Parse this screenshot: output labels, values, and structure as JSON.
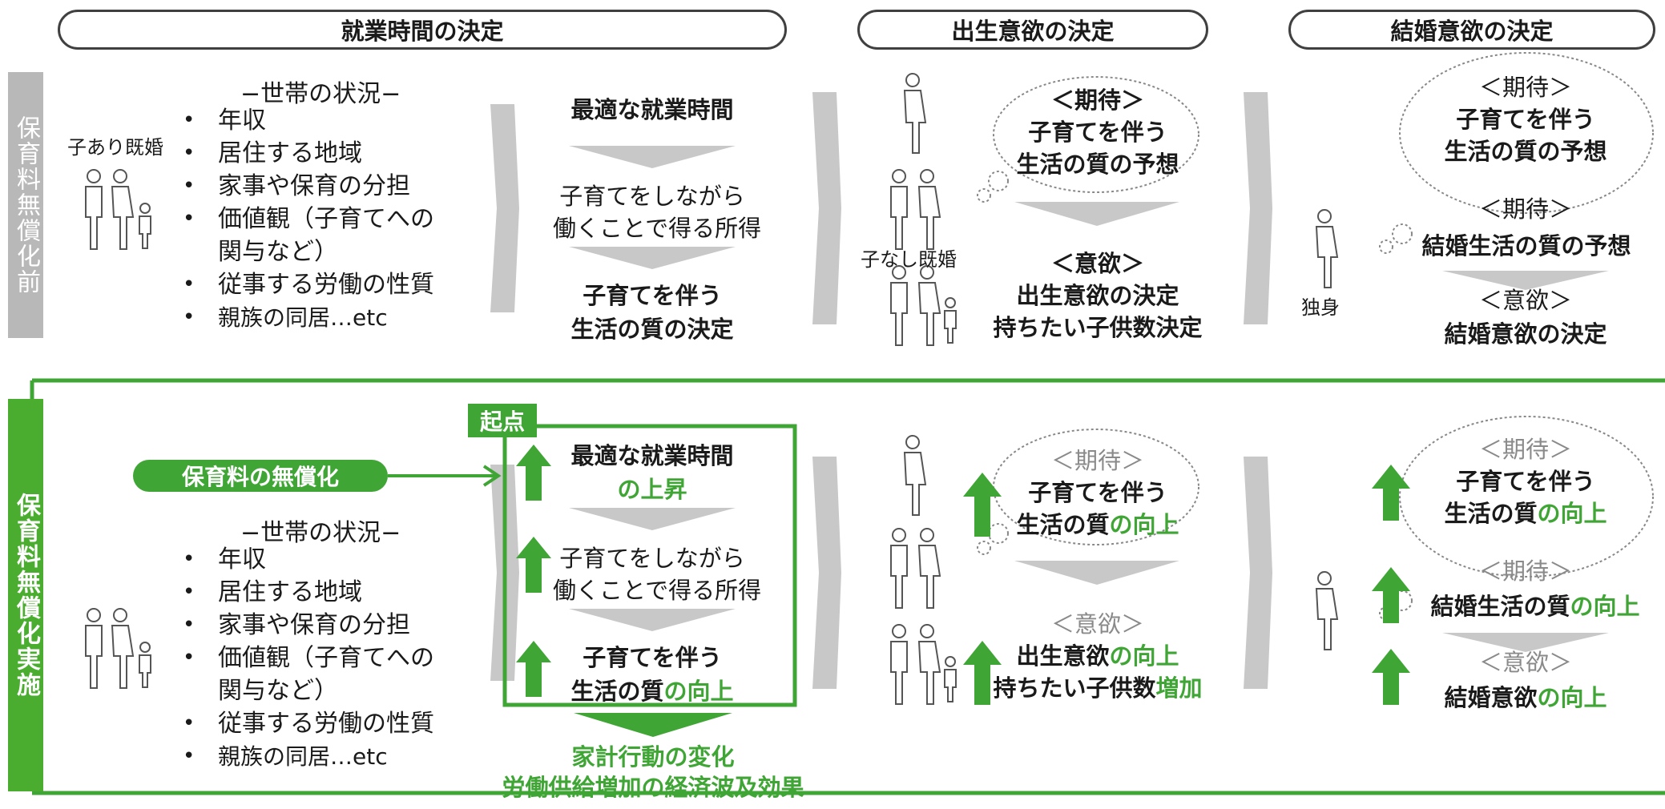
{
  "headers": {
    "work_hours": "就業時間の決定",
    "birth_desire": "出生意欲の決定",
    "marriage_desire": "結婚意欲の決定"
  },
  "row_labels": {
    "before": "保育料無償化前",
    "after": "保育料無償化実施"
  },
  "before": {
    "married_with_children": "子あり既婚",
    "situation_title": "−世帯の状況−",
    "situation_items": [
      "年収",
      "居住する地域",
      "家事や保育の分担",
      "価値観（子育てへの",
      "関与など）",
      "従事する労働の性質",
      "親族の同居…etc"
    ],
    "optimal_hours": "最適な就業時間",
    "income_line1": "子育てをしながら",
    "income_line2": "働くことで得る所得",
    "quality_line1": "子育てを伴う",
    "quality_line2": "生活の質の決定",
    "married_no_children": "子なし既婚",
    "expect_label": "＜期待＞",
    "expect_line1": "子育てを伴う",
    "expect_line2": "生活の質の予想",
    "desire_label": "＜意欲＞",
    "desire_line1": "出生意欲の決定",
    "desire_line2": "持ちたい子供数決定",
    "single": "独身",
    "m_expect_label1": "＜期待＞",
    "m_expect1_line1": "子育てを伴う",
    "m_expect1_line2": "生活の質の予想",
    "m_expect_label2": "＜期待＞",
    "m_expect2_line1": "結婚生活の質の予想",
    "m_desire_label": "＜意欲＞",
    "m_desire_line1": "結婚意欲の決定"
  },
  "after": {
    "start_badge": "起点",
    "policy_pill": "保育料の無償化",
    "situation_title": "−世帯の状況−",
    "situation_items": [
      "年収",
      "居住する地域",
      "家事や保育の分担",
      "価値観（子育てへの",
      "関与など）",
      "従事する労働の性質",
      "親族の同居…etc"
    ],
    "optimal_hours": "最適な就業時間",
    "optimal_hours_up": "の上昇",
    "income_line1": "子育てをしながら",
    "income_line2": "働くことで得る所得",
    "quality_line1": "子育てを伴う",
    "quality_line2a": "生活の質",
    "quality_line2b": "の向上",
    "effect_line1": "家計行動の変化",
    "effect_line2": "労働供給増加の経済波及効果",
    "expect_label": "＜期待＞",
    "expect_line1": "子育てを伴う",
    "expect_line2a": "生活の質",
    "expect_line2b": "の向上",
    "desire_label": "＜意欲＞",
    "desire_line1a": "出生意欲",
    "desire_line1b": "の向上",
    "desire_line2a": "持ちたい子供数",
    "desire_line2b": "増加",
    "m_expect_label1": "＜期待＞",
    "m_expect1_line1": "子育てを伴う",
    "m_expect1_line2a": "生活の質",
    "m_expect1_line2b": "の向上",
    "m_expect_label2": "＜期待＞",
    "m_expect2_line1a": "結婚生活の質",
    "m_expect2_line1b": "の向上",
    "m_desire_label": "＜意欲＞",
    "m_desire_line1a": "結婚意欲",
    "m_desire_line1b": "の向上"
  },
  "colors": {
    "green": "#3fa535",
    "gray_arrow": "#c4c4c4",
    "dark": "#404040",
    "label_gray": "#b8b8b8"
  }
}
